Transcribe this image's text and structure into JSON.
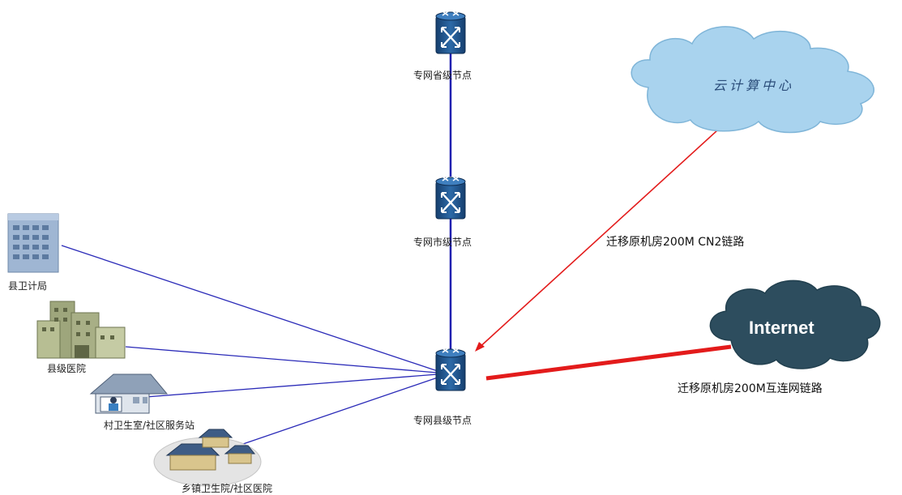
{
  "nodes": {
    "province": "专网省级节点",
    "city": "专网市级节点",
    "county": "专网县级节点"
  },
  "sites": {
    "health_bureau": "县卫计局",
    "county_hospital": "县级医院",
    "village_clinic": "村卫生室/社区服务站",
    "town_hospital": "乡镇卫生院/社区医院"
  },
  "cloud": {
    "name": "云计算中心"
  },
  "internet": {
    "name": "Internet"
  },
  "links": {
    "cn2": "迁移原机房200M  CN2链路",
    "internet_link": "迁移原机房200M互连网链路"
  },
  "colors": {
    "router_body": "#1d4f86",
    "blue_link": "#2a2ab8",
    "red_link": "#e31b1b",
    "cloud_fill": "#a9d3ee",
    "internet_fill": "#2d4d5e"
  }
}
